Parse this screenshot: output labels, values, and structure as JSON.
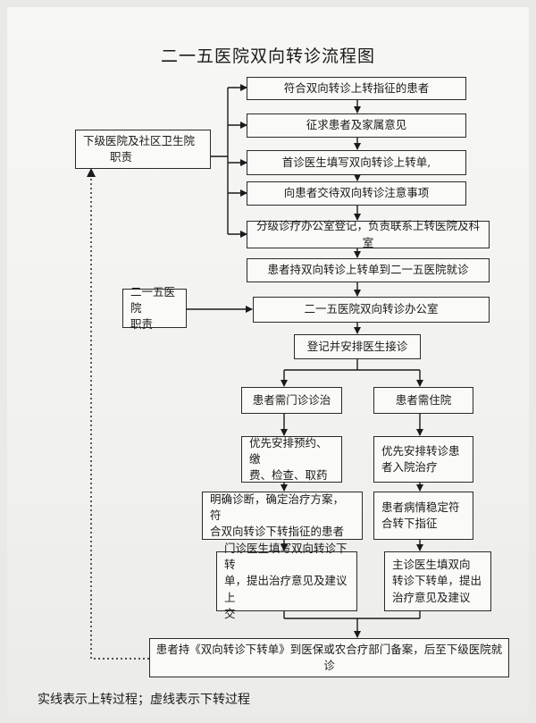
{
  "title": "二一五医院双向转诊流程图",
  "upward": {
    "step1": "符合双向转诊上转指征的患者",
    "step2": "征求患者及家属意见",
    "step3": "首诊医生填写双向转诊上转单,",
    "step4": "向患者交待双向转诊注意事项",
    "step5": "分级诊疗办公室登记，负责联系上转医院及科室",
    "step6": "患者持双向转诊上转单到二一五医院就诊",
    "step7": "二一五医院双向转诊办公室",
    "step8": "登记并安排医生接诊"
  },
  "actors": {
    "lower_hospital": [
      "下级医院及社区卫生院",
      "职责"
    ],
    "hospital_215": [
      "二一五医院",
      "职责"
    ]
  },
  "outpatient": {
    "head": "患者需门诊诊治",
    "a1": [
      "优先安排预约、缴",
      "费、检查、取药"
    ],
    "a2": [
      "明确诊断，确定治疗方案，符",
      "合双向转诊下转指征的患者"
    ],
    "a3": [
      "门诊医生填写双向转诊下转",
      "单，提出治疗意见及建议上",
      "交"
    ]
  },
  "inpatient": {
    "head": "患者需住院",
    "b1": [
      "优先安排转诊患",
      "者入院治疗"
    ],
    "b2": [
      "患者病情稳定符",
      "合转下指征"
    ],
    "b3": [
      "主诊医生填双向",
      "转诊下转单，提出",
      "治疗意见及建议"
    ]
  },
  "final": "患者持《双向转诊下转单》到医保或农合疗部门备案，后至下级医院就诊",
  "legend": "实线表示上转过程；虚线表示下转过程"
}
